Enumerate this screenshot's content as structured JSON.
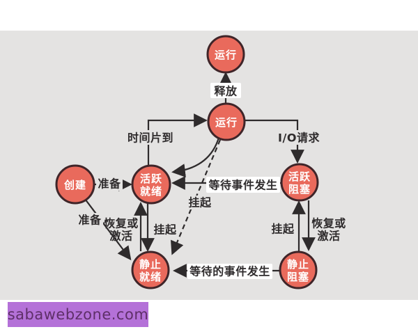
{
  "colors": {
    "canvas_bg": "#e4e3e2",
    "node_fill": "#e96a5c",
    "node_border": "#3f2529",
    "edge_color": "#2e2b2c",
    "node_text": "#ffffff",
    "label_text": "#2e2b2c",
    "footer_bar": "#b471d8",
    "footer_text": "#5e2f68"
  },
  "footer": {
    "site": "sabawebzone.com"
  },
  "diagram": {
    "type": "process-state-transition-diagram",
    "nodes": {
      "running_top": "运行",
      "running": "运行",
      "create": "创建",
      "active_ready_l1": "活跃",
      "active_ready_l2": "就绪",
      "active_blocked_l1": "活跃",
      "active_blocked_l2": "阻塞",
      "static_ready_l1": "静止",
      "static_ready_l2": "就绪",
      "static_blocked_l1": "静止",
      "static_blocked_l2": "阻塞"
    },
    "edge_labels": {
      "release": "释放",
      "time_slice": "时间片到",
      "io_request": "I/O请求",
      "prepare": "准备",
      "wait_event": "等待事件发生",
      "awaited_event": "等待的事件发生",
      "suspend": "挂起",
      "resume_l1": "恢复或",
      "resume_l2": "激活"
    }
  }
}
